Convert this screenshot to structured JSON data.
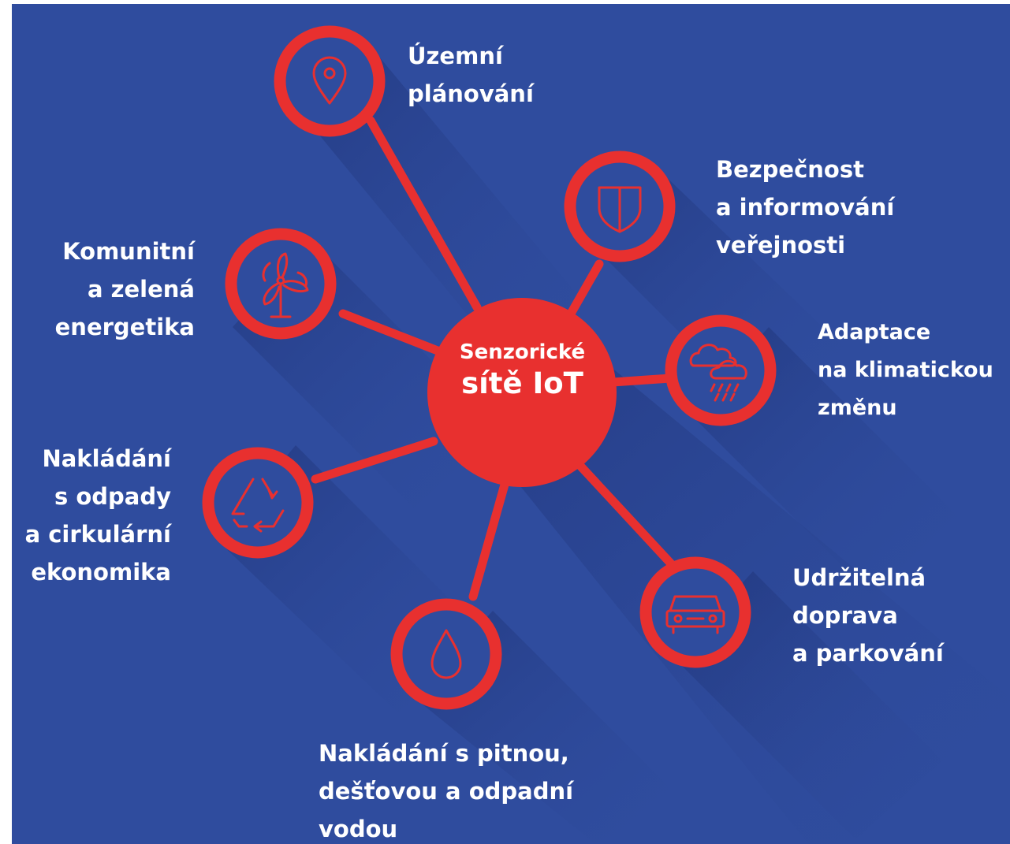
{
  "colors": {
    "background": "#2f4c9e",
    "accent": "#e8302f",
    "text": "#ffffff"
  },
  "hub": {
    "line1": "Senzorické",
    "line2": "sítě IoT"
  },
  "nodes": [
    {
      "id": "uzemni-planovani",
      "icon": "map-pin-icon",
      "lines": [
        "Územní",
        "plánování"
      ]
    },
    {
      "id": "bezpecnost",
      "icon": "shield-icon",
      "lines": [
        "Bezpečnost",
        "a informování",
        "veřejnosti"
      ]
    },
    {
      "id": "adaptace",
      "icon": "rain-cloud-icon",
      "lines": [
        "Adaptace",
        "na klimatickou",
        "změnu"
      ]
    },
    {
      "id": "doprava",
      "icon": "car-icon",
      "lines": [
        "Udržitelná",
        "doprava",
        "a parkování"
      ]
    },
    {
      "id": "voda",
      "icon": "water-drop-icon",
      "lines": [
        "Nakládání s pitnou,",
        "dešťovou a odpadní",
        "vodou"
      ]
    },
    {
      "id": "odpady",
      "icon": "recycle-icon",
      "lines": [
        "Nakládání",
        "s odpady",
        "a cirkulární",
        "ekonomika"
      ]
    },
    {
      "id": "energetika",
      "icon": "wind-turbine-icon",
      "lines": [
        "Komunitní",
        "a zelená",
        "energetika"
      ]
    }
  ]
}
